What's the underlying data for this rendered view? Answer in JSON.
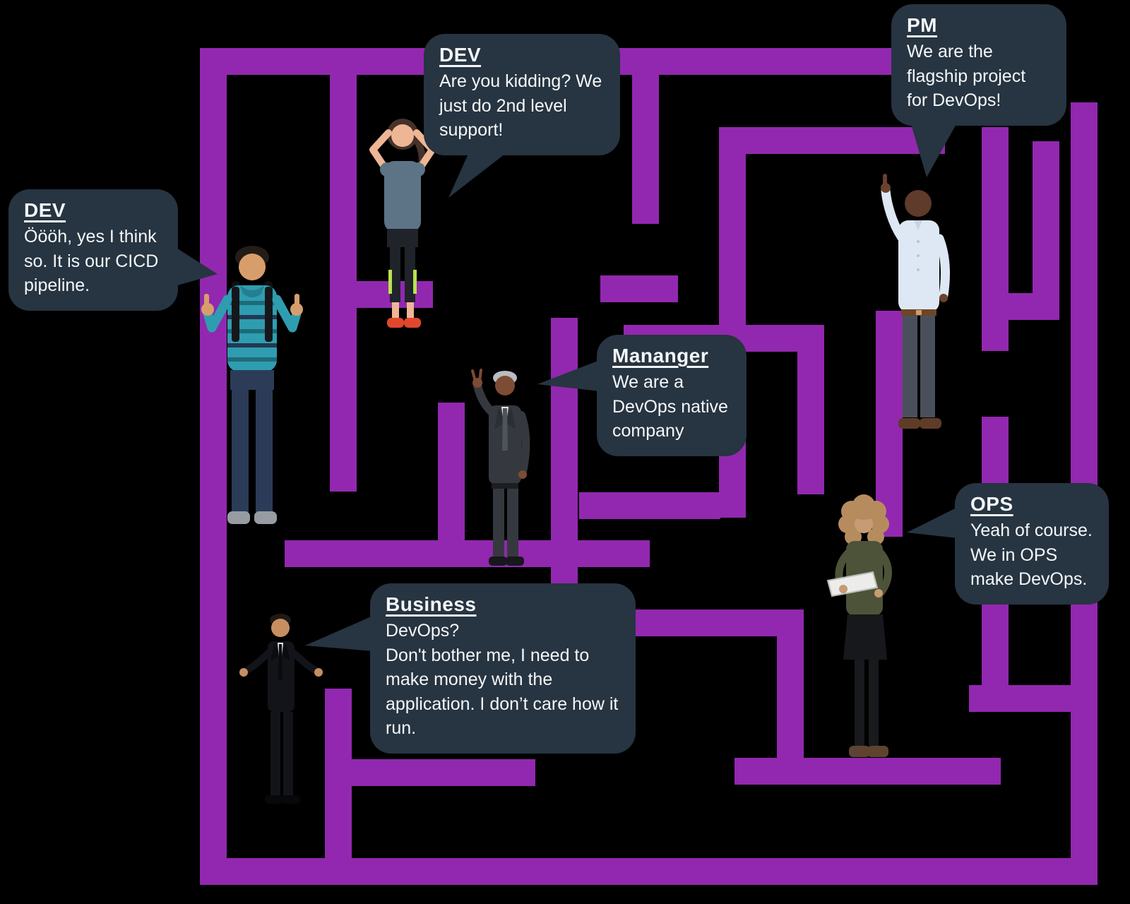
{
  "scene": {
    "background_color": "#000000",
    "maze_color": "#9228af",
    "bubble_color": "#273441",
    "bubble_text_color": "#f4f7f9"
  },
  "bubbles": [
    {
      "id": "dev-woman",
      "title": "DEV",
      "text": "Are you kidding? We just do 2nd level support!"
    },
    {
      "id": "dev-man",
      "title": "DEV",
      "text": "Öööh, yes I think so. It is our CICD pipeline."
    },
    {
      "id": "pm",
      "title": "PM",
      "text": "We are the flagship project for DevOps!"
    },
    {
      "id": "mananger",
      "title": "Mananger",
      "text": "We are a DevOps native company"
    },
    {
      "id": "ops",
      "title": "OPS",
      "text": "Yeah of course. We in OPS make DevOps."
    },
    {
      "id": "business",
      "title": "Business",
      "text": "DevOps?\nDon't bother me, I need to make money with the application. I don’t care how it run."
    }
  ],
  "figures": [
    {
      "id": "dev-woman-figure",
      "pose": "hands-on-head",
      "shirt_color": "#5d7486",
      "pants_color": "#202329",
      "shoe_color": "#e2472e"
    },
    {
      "id": "dev-man-figure",
      "pose": "double-thumbs-up",
      "hoodie_color": "#2f9db0",
      "jeans_color": "#2c3c58",
      "shoe_color": "#979ca3"
    },
    {
      "id": "mananger-figure",
      "pose": "peace-sign",
      "suit_color": "#35393f",
      "hair_color": "#b9bcc0"
    },
    {
      "id": "pm-figure",
      "pose": "finger-raised",
      "shirt_color": "#dde8f4",
      "pants_color": "#4a505b"
    },
    {
      "id": "ops-figure",
      "pose": "reading-tablet",
      "top_color": "#4c5338",
      "skirt_color": "#17181c",
      "tablet_color": "#ecedea"
    },
    {
      "id": "business-figure",
      "pose": "shrug",
      "suit_color": "#131419"
    }
  ]
}
